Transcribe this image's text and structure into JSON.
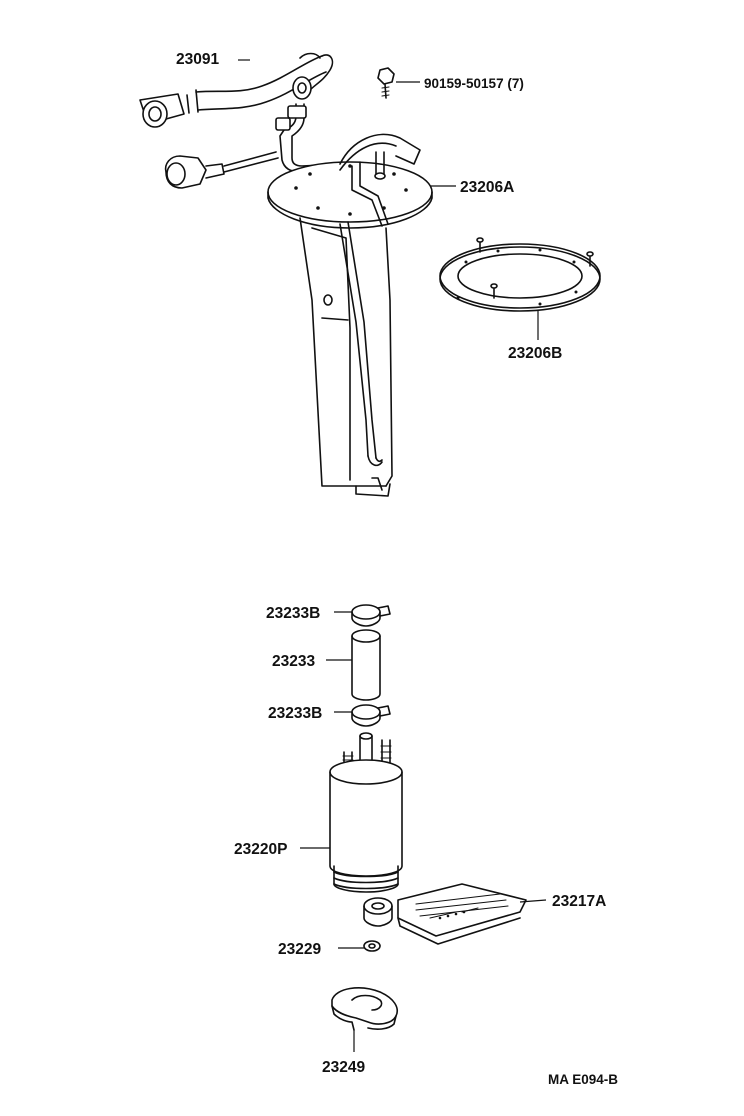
{
  "parts": {
    "hose_23091": "23091",
    "bolt_90159": "90159-50157 (7)",
    "bracket_23206A": "23206A",
    "gasket_23206B": "23206B",
    "clamp_top_23233B": "23233B",
    "hose_23233": "23233",
    "clamp_bottom_23233B": "23233B",
    "pump_23220P": "23220P",
    "filter_23217A": "23217A",
    "washer_23229": "23229",
    "cushion_23249": "23249"
  },
  "footer": {
    "figure_code": "MA E094-B"
  },
  "colors": {
    "ink": "#111111",
    "paper": "#ffffff"
  }
}
